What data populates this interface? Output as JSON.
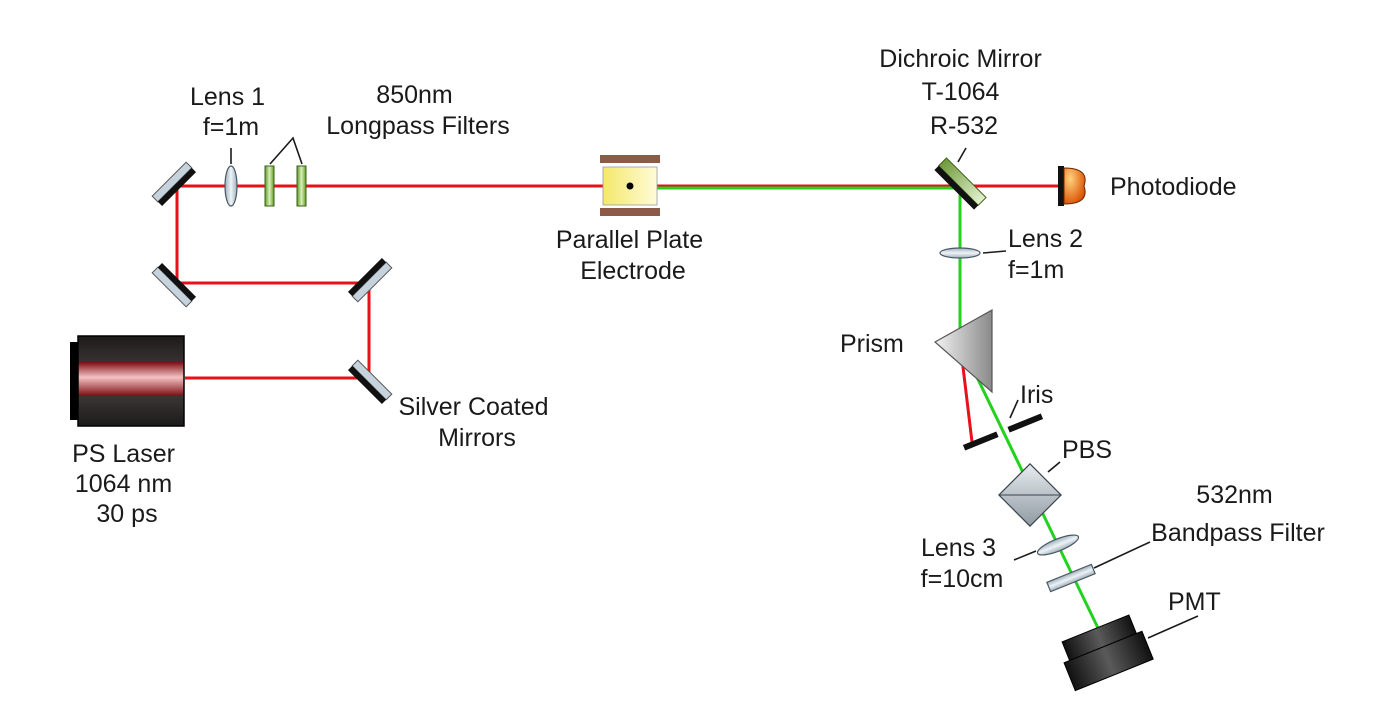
{
  "colors": {
    "red_beam": "#e8101a",
    "green_beam": "#22d21e",
    "mirror_back": "#111111",
    "mirror_face": "#c7d3dc",
    "filter": "#8bc34a",
    "electrode": "#8c5a46",
    "photodiode": "#ff7f00",
    "laser_body": "#2f2a2a",
    "laser_core": "#b3121b"
  },
  "components": [
    {
      "id": "laser",
      "icon": "laser-icon",
      "lines": [
        "PS Laser",
        "1064 nm",
        "30 ps"
      ]
    },
    {
      "id": "silver-mirrors",
      "icon": "mirror-icon",
      "lines": [
        "Silver Coated",
        "Mirrors"
      ]
    },
    {
      "id": "lens1",
      "icon": "lens-icon",
      "lines": [
        "Lens 1",
        "f=1m"
      ]
    },
    {
      "id": "longpass",
      "icon": "filter-icon",
      "lines": [
        "850nm",
        "Longpass Filters"
      ]
    },
    {
      "id": "electrode",
      "icon": "electrode-icon",
      "lines": [
        "Parallel Plate",
        "Electrode"
      ]
    },
    {
      "id": "dichroic",
      "icon": "dichroic-mirror-icon",
      "lines": [
        "Dichroic Mirror",
        "T-1064",
        "R-532"
      ]
    },
    {
      "id": "photodiode",
      "icon": "photodiode-icon",
      "lines": [
        "Photodiode"
      ]
    },
    {
      "id": "lens2",
      "icon": "lens-icon",
      "lines": [
        "Lens 2",
        "f=1m"
      ]
    },
    {
      "id": "prism",
      "icon": "prism-icon",
      "lines": [
        "Prism"
      ]
    },
    {
      "id": "iris",
      "icon": "iris-icon",
      "lines": [
        "Iris"
      ]
    },
    {
      "id": "pbs",
      "icon": "beam-splitter-cube-icon",
      "lines": [
        "PBS"
      ]
    },
    {
      "id": "bandpass",
      "icon": "filter-icon",
      "lines": [
        "532nm",
        "Bandpass Filter"
      ]
    },
    {
      "id": "lens3",
      "icon": "lens-icon",
      "lines": [
        "Lens 3",
        "f=10cm"
      ]
    },
    {
      "id": "pmt",
      "icon": "pmt-icon",
      "lines": [
        "PMT"
      ]
    }
  ]
}
